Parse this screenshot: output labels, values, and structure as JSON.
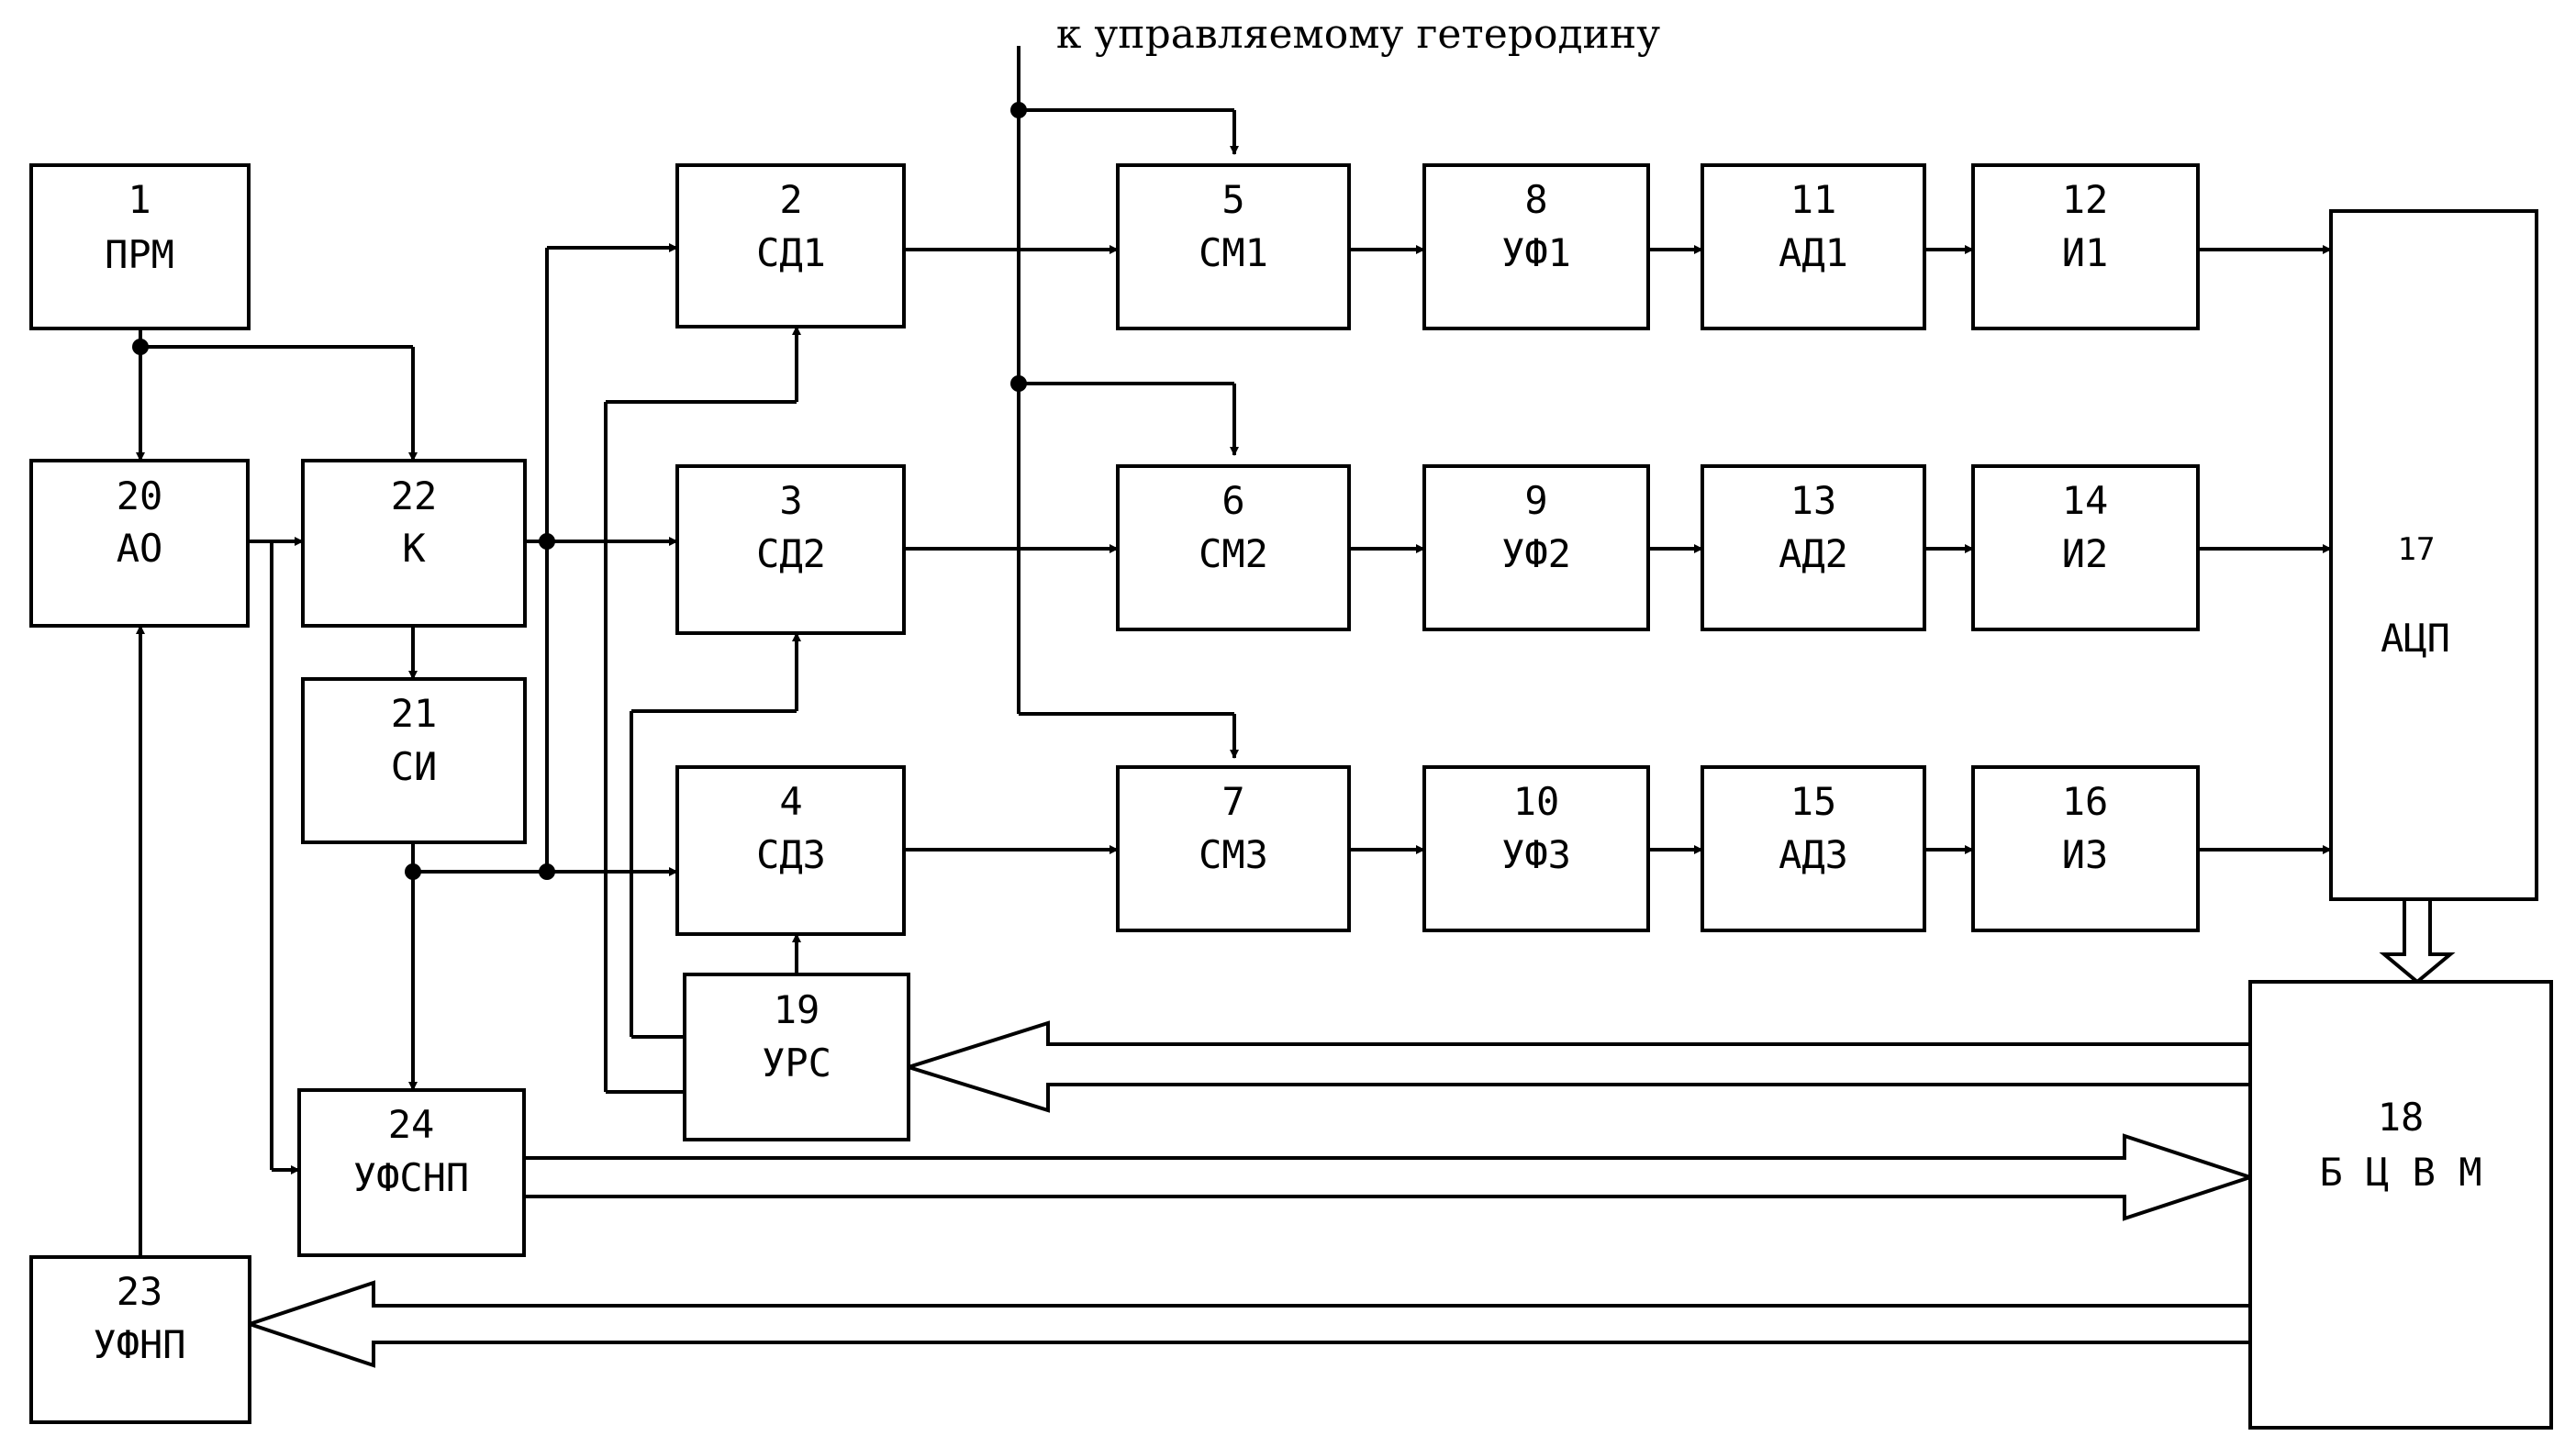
{
  "caption": "к управляемому гетеродину",
  "blocks": {
    "b1": {
      "num": "1",
      "label": "ПРМ"
    },
    "b2": {
      "num": "2",
      "label": "СД1"
    },
    "b3": {
      "num": "3",
      "label": "СД2"
    },
    "b4": {
      "num": "4",
      "label": "СД3"
    },
    "b5": {
      "num": "5",
      "label": "СМ1"
    },
    "b6": {
      "num": "6",
      "label": "СМ2"
    },
    "b7": {
      "num": "7",
      "label": "СМ3"
    },
    "b8": {
      "num": "8",
      "label": "УФ1"
    },
    "b9": {
      "num": "9",
      "label": "УФ2"
    },
    "b10": {
      "num": "10",
      "label": "УФ3"
    },
    "b11": {
      "num": "11",
      "label": "АД1"
    },
    "b13": {
      "num": "13",
      "label": "АД2"
    },
    "b15": {
      "num": "15",
      "label": "АД3"
    },
    "b12": {
      "num": "12",
      "label": "И1"
    },
    "b14": {
      "num": "14",
      "label": "И2"
    },
    "b16": {
      "num": "16",
      "label": "И3"
    },
    "b17": {
      "num": "17",
      "label": "АЦП"
    },
    "b18": {
      "num": "18",
      "label": "Б Ц В М"
    },
    "b19": {
      "num": "19",
      "label": "УРС"
    },
    "b20": {
      "num": "20",
      "label": "АО"
    },
    "b21": {
      "num": "21",
      "label": "СИ"
    },
    "b22": {
      "num": "22",
      "label": "К"
    },
    "b23": {
      "num": "23",
      "label": "УФНП"
    },
    "b24": {
      "num": "24",
      "label": "УФСНП"
    }
  },
  "colors": {
    "line": "#000000",
    "background": "#ffffff"
  }
}
